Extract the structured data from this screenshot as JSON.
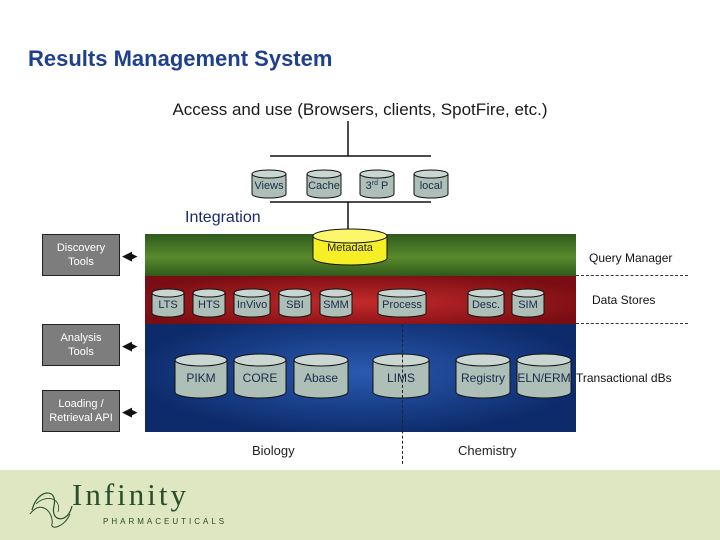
{
  "title": "Results Management System",
  "access": "Access and use (Browsers, clients, SpotFire, etc.)",
  "integration": "Integration",
  "access_layer": [
    {
      "label": "Views"
    },
    {
      "label": "Cache"
    },
    {
      "label": "3rd P",
      "main": "3",
      "sup": "rd",
      "rest": " P"
    },
    {
      "label": "local"
    }
  ],
  "metadata": "Metadata",
  "data_stores": [
    "LTS",
    "HTS",
    "InVivo",
    "SBI",
    "SMM",
    "Process",
    "Desc.",
    "SIM"
  ],
  "transactional_dbs": [
    "PIKM",
    "CORE",
    "Abase",
    "LIMS",
    "Registry",
    "ELN/ERM"
  ],
  "layers": {
    "query_manager": "Query Manager",
    "data_stores": "Data Stores",
    "transactional": "Transactional dBs"
  },
  "tools": {
    "discovery": [
      "Discovery",
      "Tools"
    ],
    "analysis": [
      "Analysis",
      "Tools"
    ],
    "loading": [
      "Loading /",
      "Retrieval API"
    ]
  },
  "domains": {
    "biology": "Biology",
    "chemistry": "Chemistry"
  },
  "logo": {
    "name": "Infinity",
    "sub": "PHARMACEUTICALS"
  },
  "colors": {
    "title": "#1f3f8f",
    "query_band": "#3f7a24",
    "stores_band": "#a8181f",
    "trans_band": "#1a3f8f",
    "cylinder_gray": "#aebfb8",
    "metadata_yellow": "#f6ef25",
    "tool_box": "#7d7d7d"
  }
}
